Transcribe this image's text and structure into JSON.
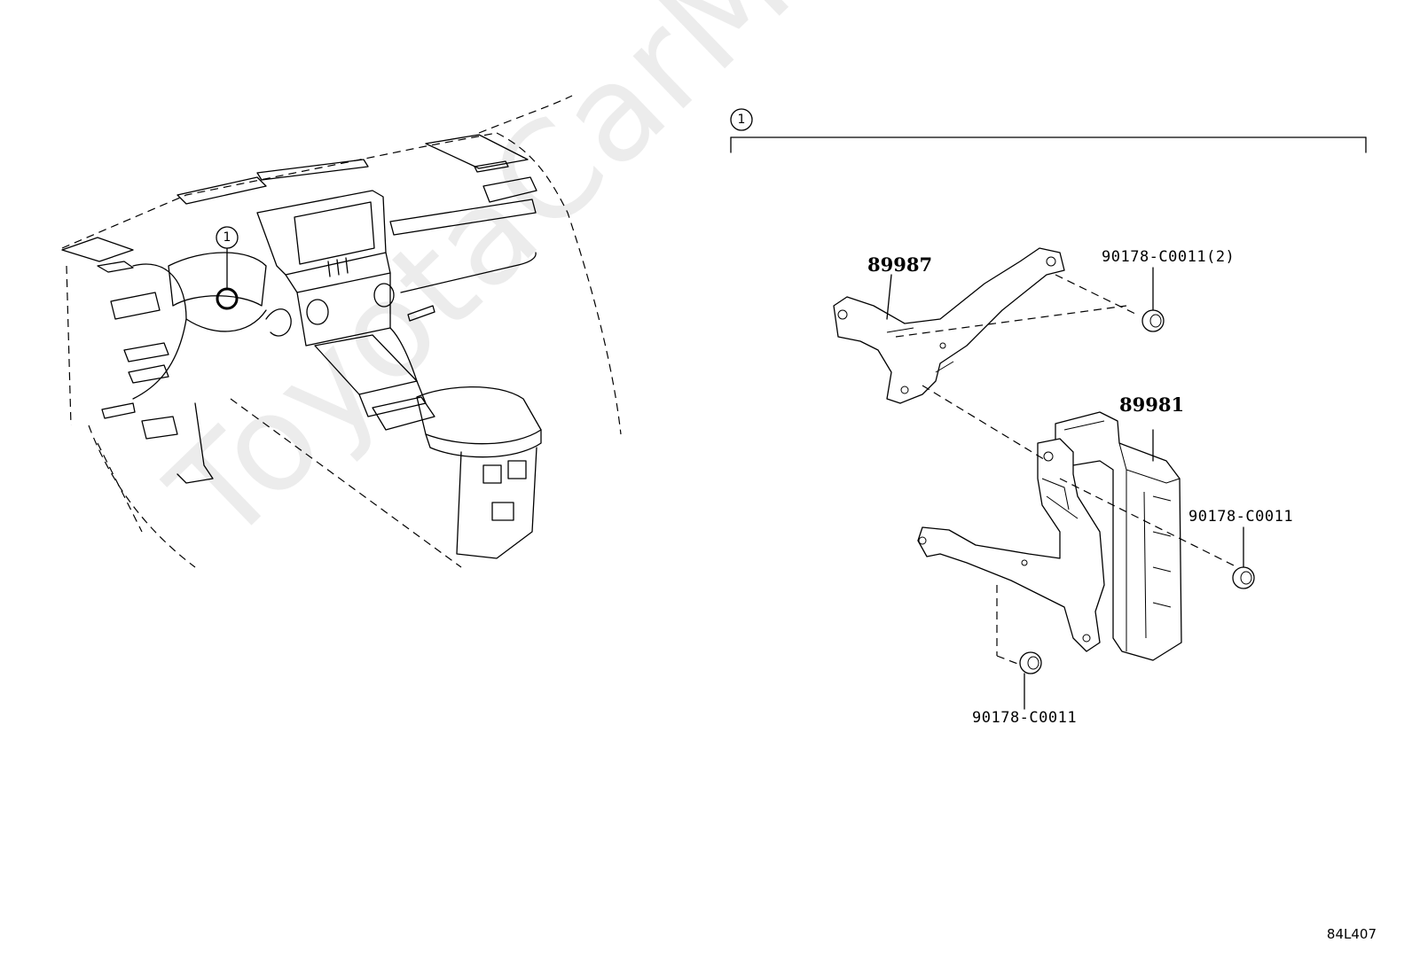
{
  "watermark": "ToyotaCarMine.ru",
  "drawing_code": "84L407",
  "callouts": {
    "assembly_number": "1",
    "dashboard_number": "1"
  },
  "parts": {
    "bracket_upper": "89987",
    "ecu": "89981",
    "nut_upper": "90178-C0011(2)",
    "nut_right": "90178-C0011",
    "nut_lower": "90178-C0011"
  }
}
